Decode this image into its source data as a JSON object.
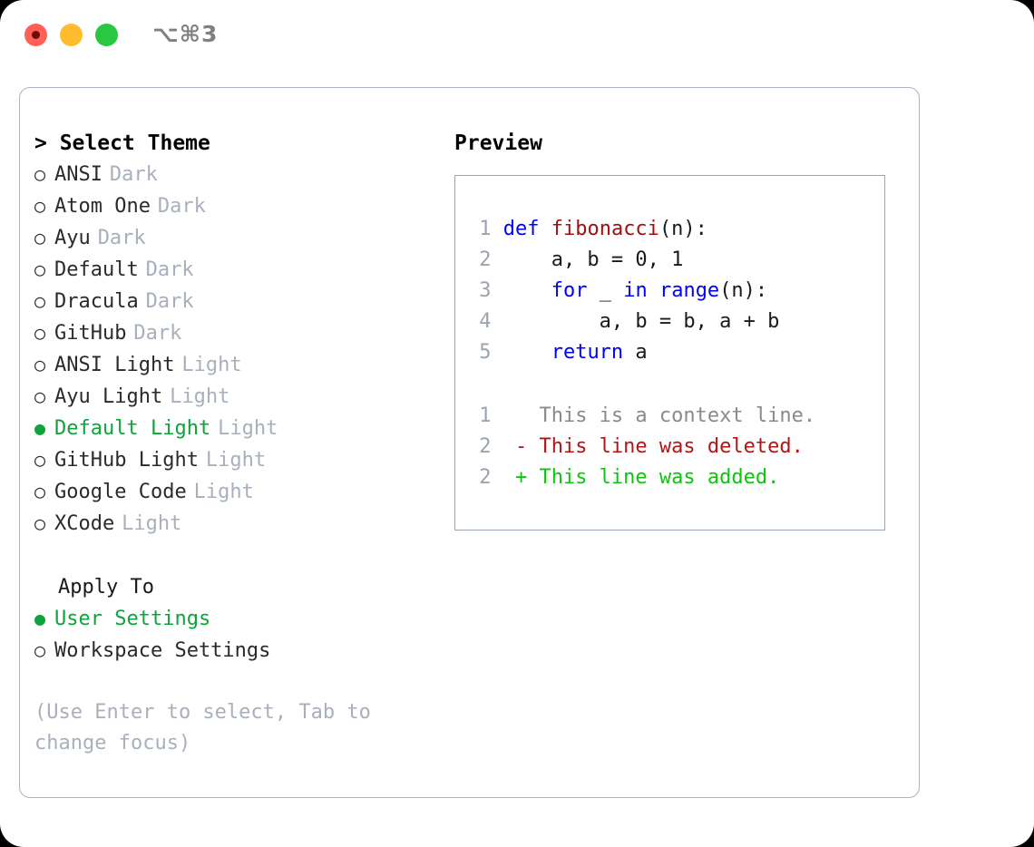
{
  "titlebar": {
    "shortcut": "⌥⌘3",
    "lights": [
      {
        "name": "close",
        "color": "#ff5f57"
      },
      {
        "name": "minimize",
        "color": "#ffbd2e"
      },
      {
        "name": "maximize",
        "color": "#28c840"
      }
    ]
  },
  "theme_picker": {
    "header": "> Select Theme",
    "selected_bullet": "●",
    "unselected_bullet": "○",
    "accent_color": "#0ea33c",
    "items": [
      {
        "label": "ANSI",
        "category": "Dark",
        "selected": false
      },
      {
        "label": "Atom One",
        "category": "Dark",
        "selected": false
      },
      {
        "label": "Ayu",
        "category": "Dark",
        "selected": false
      },
      {
        "label": "Default",
        "category": "Dark",
        "selected": false
      },
      {
        "label": "Dracula",
        "category": "Dark",
        "selected": false
      },
      {
        "label": "GitHub",
        "category": "Dark",
        "selected": false
      },
      {
        "label": "ANSI Light",
        "category": "Light",
        "selected": false
      },
      {
        "label": "Ayu Light",
        "category": "Light",
        "selected": false
      },
      {
        "label": "Default Light",
        "category": "Light",
        "selected": true
      },
      {
        "label": "GitHub Light",
        "category": "Light",
        "selected": false
      },
      {
        "label": "Google Code",
        "category": "Light",
        "selected": false
      },
      {
        "label": "XCode",
        "category": "Light",
        "selected": false
      }
    ]
  },
  "apply_to": {
    "title": "Apply To",
    "items": [
      {
        "label": "User Settings",
        "selected": true
      },
      {
        "label": "Workspace Settings",
        "selected": false
      }
    ]
  },
  "hint": "(Use Enter to select, Tab to change focus)",
  "preview": {
    "title": "Preview",
    "code_lines": [
      {
        "number": "1",
        "tokens": [
          {
            "text": "def",
            "type": "kw"
          },
          {
            "text": " ",
            "type": "plain"
          },
          {
            "text": "fibonacci",
            "type": "fn"
          },
          {
            "text": "(n):",
            "type": "plain"
          }
        ]
      },
      {
        "number": "2",
        "tokens": [
          {
            "text": "    a, b = 0, 1",
            "type": "plain"
          }
        ]
      },
      {
        "number": "3",
        "tokens": [
          {
            "text": "    ",
            "type": "plain"
          },
          {
            "text": "for",
            "type": "kw"
          },
          {
            "text": " _ ",
            "type": "plain"
          },
          {
            "text": "in",
            "type": "kw"
          },
          {
            "text": " ",
            "type": "plain"
          },
          {
            "text": "range",
            "type": "kw"
          },
          {
            "text": "(n):",
            "type": "plain"
          }
        ]
      },
      {
        "number": "4",
        "tokens": [
          {
            "text": "        a, b = b, a + b",
            "type": "plain"
          }
        ]
      },
      {
        "number": "5",
        "tokens": [
          {
            "text": "    ",
            "type": "plain"
          },
          {
            "text": "return",
            "type": "kw"
          },
          {
            "text": " a",
            "type": "plain"
          }
        ]
      }
    ],
    "diff_lines": [
      {
        "number": "1",
        "marker": " ",
        "text": "This is a context line.",
        "type": "context"
      },
      {
        "number": "2",
        "marker": "-",
        "text": "This line was deleted.",
        "type": "deleted"
      },
      {
        "number": "2",
        "marker": "+",
        "text": "This line was added.",
        "type": "added"
      }
    ]
  }
}
